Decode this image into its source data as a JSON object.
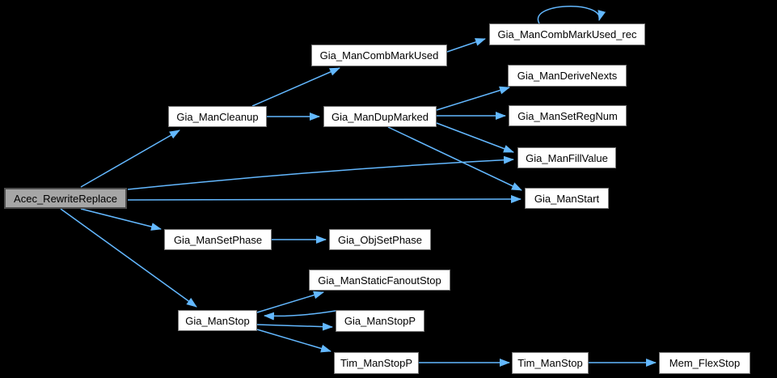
{
  "diagram": {
    "kind": "call-graph",
    "colors": {
      "background": "#000000",
      "edge": "#63B8FF",
      "node_fill": "#FFFFFF",
      "node_border": "#757575",
      "node_text": "#000000",
      "root_fill": "#A6A6A6",
      "root_border": "#4D4D4D"
    },
    "nodes": [
      {
        "id": "acec_rewritereplace",
        "label": "Acec_RewriteReplace",
        "root": true
      },
      {
        "id": "gia_mancleanup",
        "label": "Gia_ManCleanup"
      },
      {
        "id": "gia_mancombmarkused",
        "label": "Gia_ManCombMarkUsed"
      },
      {
        "id": "gia_mancombmarkused_rec",
        "label": "Gia_ManCombMarkUsed_rec"
      },
      {
        "id": "gia_mandupmarked",
        "label": "Gia_ManDupMarked"
      },
      {
        "id": "gia_manderivenexts",
        "label": "Gia_ManDeriveNexts"
      },
      {
        "id": "gia_mansetregnum",
        "label": "Gia_ManSetRegNum"
      },
      {
        "id": "gia_manfillvalue",
        "label": "Gia_ManFillValue"
      },
      {
        "id": "gia_manstart",
        "label": "Gia_ManStart"
      },
      {
        "id": "gia_mansetphase",
        "label": "Gia_ManSetPhase"
      },
      {
        "id": "gia_objsetphase",
        "label": "Gia_ObjSetPhase"
      },
      {
        "id": "gia_manstop",
        "label": "Gia_ManStop"
      },
      {
        "id": "gia_manstaticfanoutstop",
        "label": "Gia_ManStaticFanoutStop"
      },
      {
        "id": "gia_manstopp",
        "label": "Gia_ManStopP"
      },
      {
        "id": "tim_manstopp",
        "label": "Tim_ManStopP"
      },
      {
        "id": "tim_manstop",
        "label": "Tim_ManStop"
      },
      {
        "id": "mem_flexstop",
        "label": "Mem_FlexStop"
      }
    ],
    "edges": [
      {
        "from": "acec_rewritereplace",
        "to": "gia_mancleanup"
      },
      {
        "from": "acec_rewritereplace",
        "to": "gia_manfillvalue"
      },
      {
        "from": "acec_rewritereplace",
        "to": "gia_manstart"
      },
      {
        "from": "acec_rewritereplace",
        "to": "gia_mansetphase"
      },
      {
        "from": "acec_rewritereplace",
        "to": "gia_manstop"
      },
      {
        "from": "gia_mancleanup",
        "to": "gia_mancombmarkused"
      },
      {
        "from": "gia_mancleanup",
        "to": "gia_mandupmarked"
      },
      {
        "from": "gia_mancombmarkused",
        "to": "gia_mancombmarkused_rec"
      },
      {
        "from": "gia_mancombmarkused_rec",
        "to": "gia_mancombmarkused_rec"
      },
      {
        "from": "gia_mandupmarked",
        "to": "gia_manderivenexts"
      },
      {
        "from": "gia_mandupmarked",
        "to": "gia_mansetregnum"
      },
      {
        "from": "gia_mandupmarked",
        "to": "gia_manfillvalue"
      },
      {
        "from": "gia_mandupmarked",
        "to": "gia_manstart"
      },
      {
        "from": "gia_mansetphase",
        "to": "gia_objsetphase"
      },
      {
        "from": "gia_manstop",
        "to": "gia_manstaticfanoutstop"
      },
      {
        "from": "gia_manstop",
        "to": "gia_manstopp"
      },
      {
        "from": "gia_manstopp",
        "to": "gia_manstop"
      },
      {
        "from": "gia_manstop",
        "to": "tim_manstopp"
      },
      {
        "from": "tim_manstopp",
        "to": "tim_manstop"
      },
      {
        "from": "tim_manstop",
        "to": "mem_flexstop"
      }
    ]
  }
}
